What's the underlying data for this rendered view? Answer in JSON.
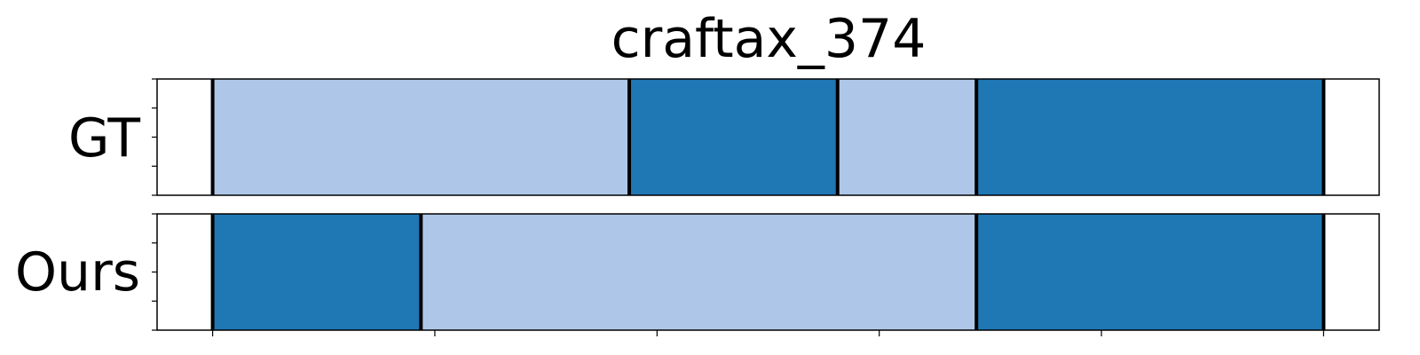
{
  "chart_data": {
    "type": "bar",
    "title": "craftax_374",
    "xlim": [
      0,
      22
    ],
    "x_ticks": [
      1,
      5,
      9,
      13,
      17,
      21
    ],
    "colors": {
      "dark": "#1f77b4",
      "light": "#aec7e8"
    },
    "rows": [
      {
        "label": "GT",
        "segments": [
          {
            "start": 1.0,
            "end": 8.5,
            "color": "light"
          },
          {
            "start": 8.5,
            "end": 12.25,
            "color": "dark"
          },
          {
            "start": 12.25,
            "end": 14.75,
            "color": "light"
          },
          {
            "start": 14.75,
            "end": 21.0,
            "color": "dark"
          }
        ],
        "boundaries": [
          1.0,
          8.5,
          12.25,
          14.75,
          21.0
        ]
      },
      {
        "label": "Ours",
        "segments": [
          {
            "start": 1.0,
            "end": 4.75,
            "color": "dark"
          },
          {
            "start": 4.75,
            "end": 14.75,
            "color": "light"
          },
          {
            "start": 14.75,
            "end": 21.0,
            "color": "dark"
          }
        ],
        "boundaries": [
          1.0,
          4.75,
          14.75,
          21.0
        ]
      }
    ]
  }
}
